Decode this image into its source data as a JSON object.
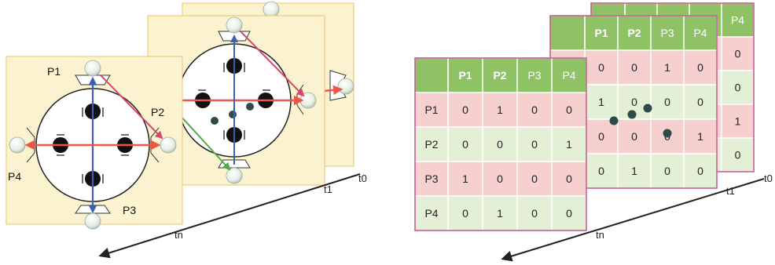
{
  "seating": {
    "player_labels": [
      "P1",
      "P2",
      "P3",
      "P4"
    ],
    "time_labels": [
      "t0",
      "t1",
      "tn"
    ],
    "colors": {
      "panel": "#fbf3cf",
      "panel_border": "#e8c36b",
      "table_fill": "#ffffff",
      "plate": "#111111",
      "arrow_red": "#e8574a",
      "arrow_blue": "#3c5fb0",
      "arrow_pink": "#d8466e",
      "arrow_green": "#55a848",
      "axis": "#222222"
    }
  },
  "matrix": {
    "headers": [
      "P1",
      "P2",
      "P3",
      "P4"
    ],
    "rows": [
      {
        "label": "P1",
        "values": [
          "0",
          "1",
          "0",
          "0"
        ]
      },
      {
        "label": "P2",
        "values": [
          "0",
          "0",
          "0",
          "1"
        ]
      },
      {
        "label": "P3",
        "values": [
          "1",
          "0",
          "0",
          "0"
        ]
      },
      {
        "label": "P4",
        "values": [
          "0",
          "1",
          "0",
          "0"
        ]
      }
    ],
    "middle_rows": [
      [
        "0",
        "0",
        "1",
        "0"
      ],
      [
        "1",
        "0",
        "0",
        "0"
      ],
      [
        "0",
        "0",
        "0",
        "1"
      ],
      [
        "0",
        "1",
        "0",
        "0"
      ]
    ],
    "back_col_values": [
      "0",
      "0",
      "1",
      "0"
    ],
    "time_labels": [
      "t0",
      "t1",
      "tn"
    ],
    "colors": {
      "header": "#8fc265",
      "header_text_bold": "#ffffff",
      "pink": "#f6cfcf",
      "green": "#e4f0d6",
      "border": "#c0578d",
      "text": "#222222"
    }
  }
}
